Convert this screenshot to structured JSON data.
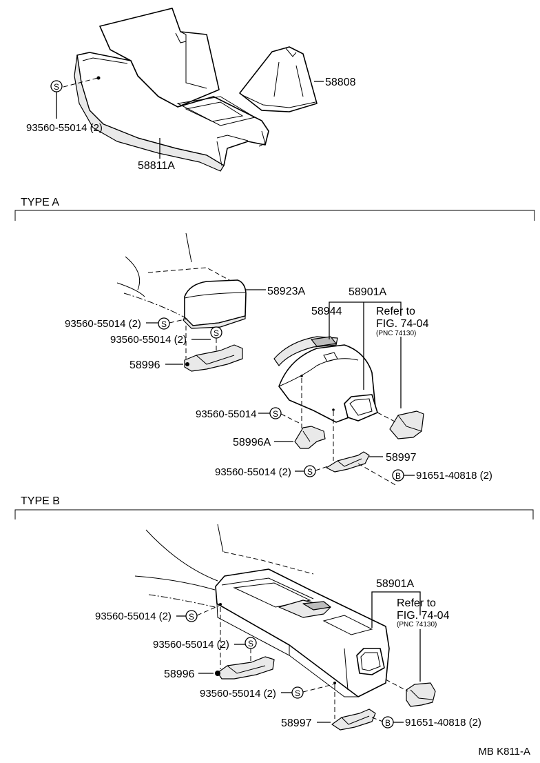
{
  "sections": {
    "type_a": "TYPE A",
    "type_b": "TYPE B"
  },
  "top": {
    "console_box": "58811A",
    "shift_boot": "58808",
    "screw": "93560-55014 (2)",
    "screw_marker": "S"
  },
  "type_a": {
    "armrest": "58923A",
    "screw_1": "93560-55014 (2)",
    "screw_2": "93560-55014 (2)",
    "bracket_1": "58996",
    "panel": "58901A",
    "sub_part": "58944",
    "refer": "Refer to",
    "fig": "FIG. 74-04",
    "pnc": "(PNC 74130)",
    "screw_3": "93560-55014",
    "bracket_2": "58996A",
    "bracket_3": "58997",
    "screw_4": "93560-55014 (2)",
    "bolt": "91651-40818 (2)",
    "bolt_marker": "B",
    "screw_marker": "S"
  },
  "type_b": {
    "panel": "58901A",
    "refer": "Refer to",
    "fig": "FIG. 74-04",
    "pnc": "(PNC 74130)",
    "screw_1": "93560-55014 (2)",
    "screw_2": "93560-55014 (2)",
    "bracket_1": "58996",
    "screw_3": "93560-55014 (2)",
    "bracket_2": "58997",
    "bolt": "91651-40818 (2)",
    "bolt_marker": "B",
    "screw_marker": "S"
  },
  "footer_code": "MB  K811-A"
}
